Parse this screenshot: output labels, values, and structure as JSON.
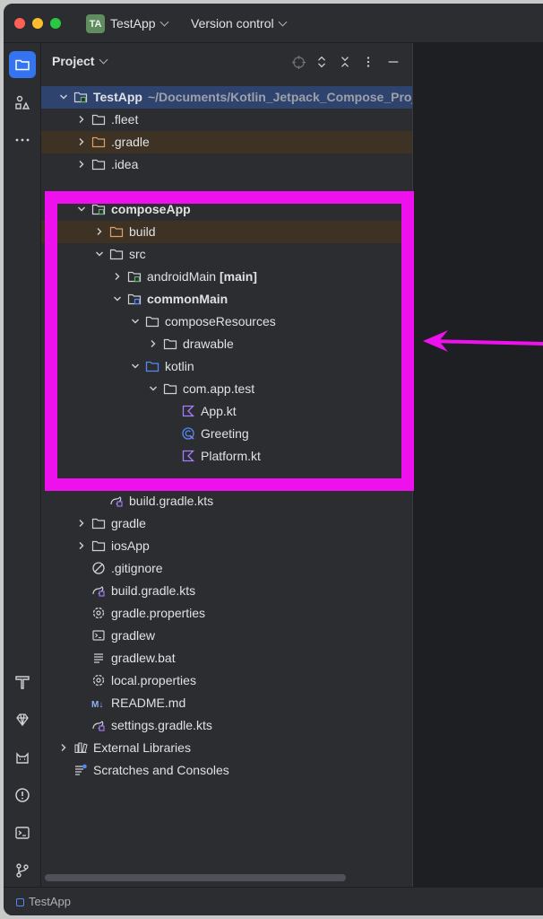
{
  "titlebar": {
    "project_badge": "TA",
    "project_name": "TestApp",
    "vcs_label": "Version control"
  },
  "panel": {
    "title": "Project"
  },
  "colors": {
    "accent": "#3574f0",
    "annotation": "#ee11ee",
    "folder_excluded": "#e0a062",
    "module_green": "#6aab73",
    "source_blue": "#548af7",
    "kotlin_purple": "#a97bff"
  },
  "tree": [
    {
      "label": "TestApp",
      "path": "~/Documents/Kotlin_Jetpack_Compose_Projec",
      "icon": "module-folder-icon",
      "arrow": "down",
      "bold": true,
      "selected": true,
      "level": 0
    },
    {
      "label": ".fleet",
      "icon": "folder-icon",
      "arrow": "right",
      "level": 1
    },
    {
      "label": ".gradle",
      "icon": "folder-orange-icon",
      "arrow": "right",
      "level": 1,
      "highlight": true
    },
    {
      "label": ".idea",
      "icon": "folder-icon",
      "arrow": "right",
      "level": 1
    },
    {
      "label": "",
      "icon": "",
      "arrow": "",
      "level": 1
    },
    {
      "label": "composeApp",
      "icon": "module-folder-icon",
      "arrow": "down",
      "bold": true,
      "level": 1
    },
    {
      "label": "build",
      "icon": "folder-orange-icon",
      "arrow": "right",
      "level": 2,
      "highlight": true
    },
    {
      "label": "src",
      "icon": "folder-icon",
      "arrow": "down",
      "level": 2
    },
    {
      "label": "androidMain",
      "tag": "[main]",
      "icon": "module-folder-icon",
      "arrow": "right",
      "level": 3
    },
    {
      "label": "commonMain",
      "icon": "source-folder-icon",
      "arrow": "down",
      "bold": true,
      "level": 3
    },
    {
      "label": "composeResources",
      "icon": "folder-icon",
      "arrow": "down",
      "level": 4
    },
    {
      "label": "drawable",
      "icon": "folder-icon",
      "arrow": "right",
      "level": 5
    },
    {
      "label": "kotlin",
      "icon": "source-folder-blue-icon",
      "arrow": "down",
      "level": 4
    },
    {
      "label": "com.app.test",
      "icon": "folder-icon",
      "arrow": "down",
      "level": 5
    },
    {
      "label": "App.kt",
      "icon": "kotlin-file-icon",
      "arrow": "",
      "level": 6
    },
    {
      "label": "Greeting",
      "icon": "kotlin-class-icon",
      "arrow": "",
      "level": 6
    },
    {
      "label": "Platform.kt",
      "icon": "kotlin-file-icon",
      "arrow": "",
      "level": 6
    },
    {
      "label": "",
      "icon": "",
      "arrow": "",
      "level": 3
    },
    {
      "label": "build.gradle.kts",
      "icon": "gradle-icon",
      "arrow": "",
      "level": 2
    },
    {
      "label": "gradle",
      "icon": "folder-icon",
      "arrow": "right",
      "level": 1
    },
    {
      "label": "iosApp",
      "icon": "folder-icon",
      "arrow": "right",
      "level": 1
    },
    {
      "label": ".gitignore",
      "icon": "ignore-icon",
      "arrow": "",
      "level": 1
    },
    {
      "label": "build.gradle.kts",
      "icon": "gradle-icon",
      "arrow": "",
      "level": 1
    },
    {
      "label": "gradle.properties",
      "icon": "settings-icon",
      "arrow": "",
      "level": 1
    },
    {
      "label": "gradlew",
      "icon": "terminal-file-icon",
      "arrow": "",
      "level": 1
    },
    {
      "label": "gradlew.bat",
      "icon": "text-file-icon",
      "arrow": "",
      "level": 1
    },
    {
      "label": "local.properties",
      "icon": "settings-icon",
      "arrow": "",
      "level": 1
    },
    {
      "label": "README.md",
      "icon": "markdown-icon",
      "arrow": "",
      "level": 1
    },
    {
      "label": "settings.gradle.kts",
      "icon": "gradle-icon",
      "arrow": "",
      "level": 1
    },
    {
      "label": "External Libraries",
      "icon": "libraries-icon",
      "arrow": "right",
      "level": 0
    },
    {
      "label": "Scratches and Consoles",
      "icon": "scratches-icon",
      "arrow": "",
      "level": 0
    }
  ],
  "markdown_badge": "M↓",
  "status": {
    "text": "TestApp"
  }
}
